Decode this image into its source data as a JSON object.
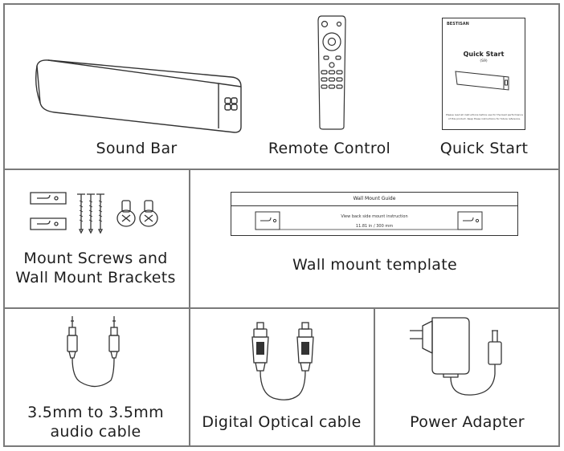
{
  "items": {
    "sound_bar": "Sound Bar",
    "remote_control": "Remote Control",
    "quick_start": "Quick Start",
    "mount_screws_line1": "Mount Screws and",
    "mount_screws_line2": "Wall Mount Brackets",
    "wall_mount_template": "Wall mount template",
    "aux_cable_line1": "3.5mm to 3.5mm",
    "aux_cable_line2": "audio cable",
    "optical_cable": "Digital Optical cable",
    "power_adapter": "Power Adapter"
  },
  "quick_start_booklet": {
    "brand": "BESTISAN",
    "title": "Quick Start",
    "model": "(S9)",
    "fine_print_1": "Please read all instructions before use for the best performance",
    "fine_print_2": "of this product. Keep these instructions for future reference."
  },
  "template_sheet": {
    "title": "Wall Mount Guide",
    "instruction": "View back side mount instruction",
    "distance": "11.81 in / 300 mm"
  },
  "icons": [
    "sound-bar-icon",
    "remote-control-icon",
    "quick-start-booklet-icon",
    "mount-bracket-icon",
    "screw-icon",
    "wall-anchor-icon",
    "wall-template-icon",
    "aux-cable-icon",
    "optical-cable-icon",
    "power-adapter-icon"
  ],
  "colors": {
    "line": "#7a7a7a",
    "ink": "#333333"
  }
}
